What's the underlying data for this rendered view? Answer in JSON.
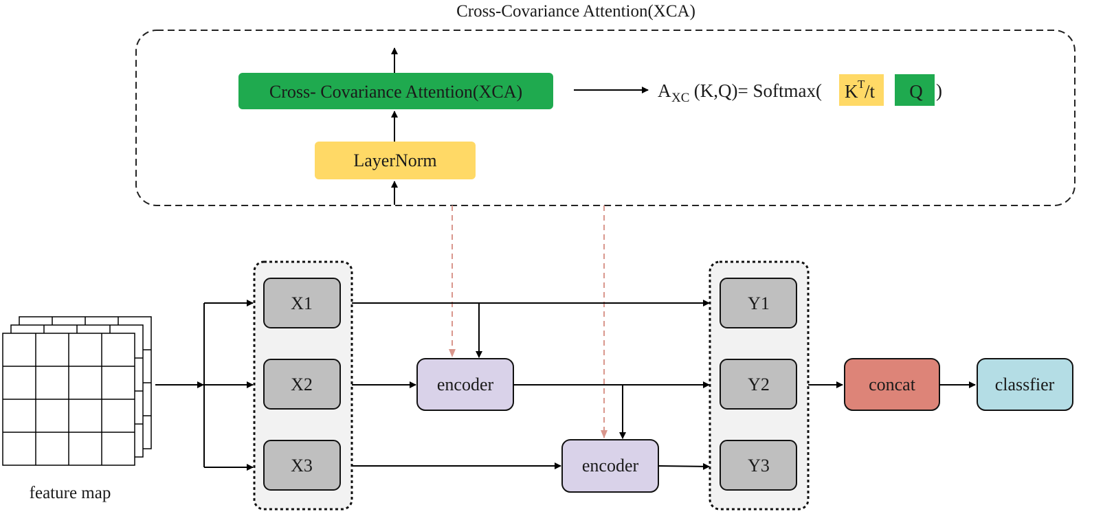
{
  "top_title": "Cross-Covariance Attention(XCA)",
  "xca_block": {
    "xca_label": "Cross- Covariance Attention(XCA)",
    "layernorm_label": "LayerNorm",
    "formula": {
      "a_main": "A",
      "a_sub": "XC",
      "args": " (K,Q)= Softmax(",
      "k_main": "K",
      "k_sup": "T",
      "k_tail": "/t",
      "q": "Q",
      "close": ")"
    }
  },
  "inputs": [
    "X1",
    "X2",
    "X3"
  ],
  "outputs": [
    "Y1",
    "Y2",
    "Y3"
  ],
  "encoder_label": "encoder",
  "concat_label": "concat",
  "classifier_label": "classfier",
  "feature_map_label": "feature map",
  "colors": {
    "green": "#1faa4f",
    "yellow": "#ffd966",
    "gray_box": "#bfbfbf",
    "encoder": "#d9d2e9",
    "concat": "#dd8478",
    "classifier": "#b4dde5",
    "pink_arrow": "#d9968c"
  }
}
